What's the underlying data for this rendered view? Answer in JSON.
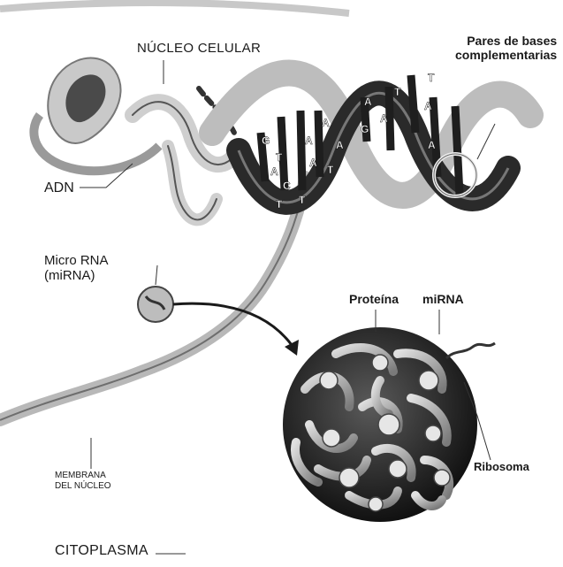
{
  "labels": {
    "nucleus": "NÚCLEO CELULAR",
    "base_pairs": "Pares de bases\ncomplementarias",
    "dna": "ADN",
    "mirna_long": "Micro RNA\n(miRNA)",
    "protein": "Proteína",
    "mirna_short": "miRNA",
    "ribosome": "Ribosoma",
    "membrane": "MEMBRANA\nDEL NÚCLEO",
    "cytoplasm": "CITOPLASMA"
  },
  "helix_bases": [
    "T",
    "A",
    "T",
    "A",
    "G",
    "A",
    "A",
    "A",
    "T",
    "A",
    "T",
    "A",
    "C",
    "G",
    "T",
    "T",
    "A",
    "A"
  ],
  "colors": {
    "ink": "#1a1a1a",
    "helix_dark": "#222222",
    "helix_light": "#bdbdbd",
    "membrane": "#8a8a8a"
  }
}
